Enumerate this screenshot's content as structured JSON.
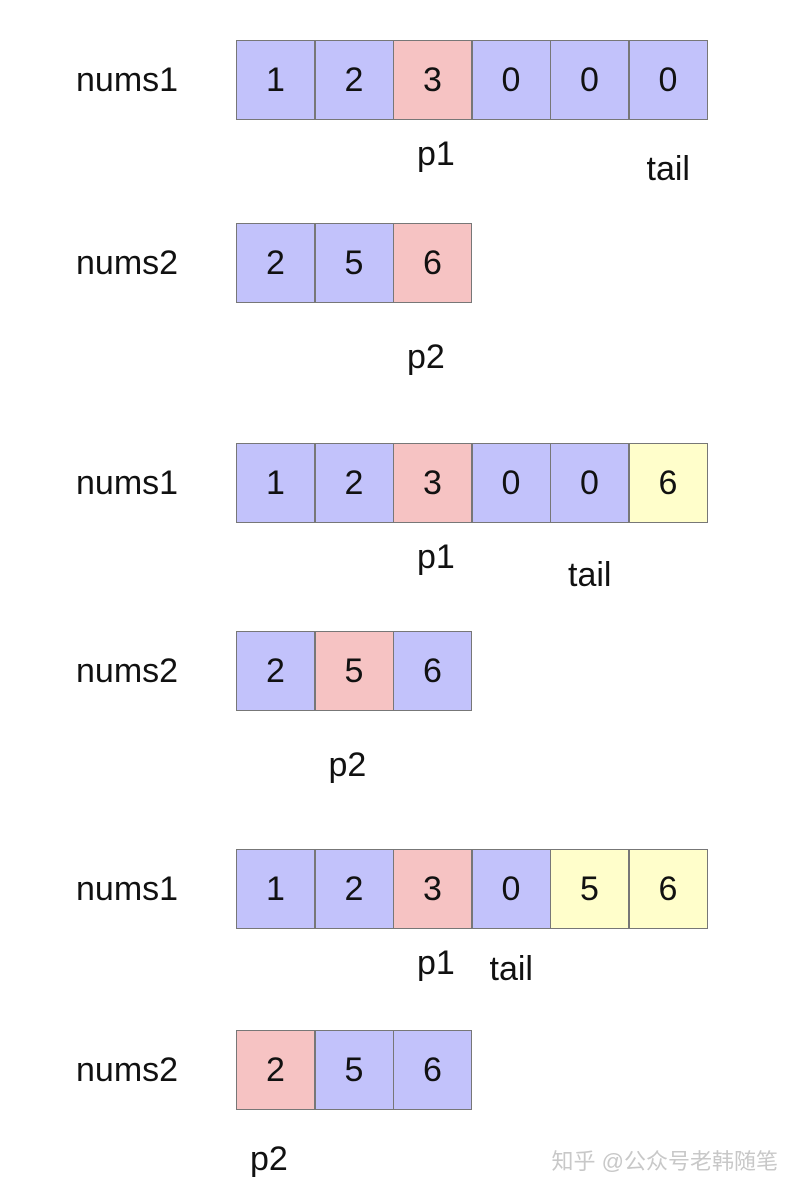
{
  "colors": {
    "default": "#c2c2fb",
    "pointer": "#f6c3c3",
    "filled": "#fffecb"
  },
  "steps": [
    {
      "rows": [
        {
          "label": "nums1",
          "cells": [
            {
              "value": "1",
              "state": "default"
            },
            {
              "value": "2",
              "state": "default"
            },
            {
              "value": "3",
              "state": "pointer"
            },
            {
              "value": "0",
              "state": "default"
            },
            {
              "value": "0",
              "state": "default"
            },
            {
              "value": "0",
              "state": "default"
            }
          ],
          "pointers": [
            {
              "label": "p1",
              "index": 2
            },
            {
              "label": "tail",
              "index": 5
            }
          ]
        },
        {
          "label": "nums2",
          "cells": [
            {
              "value": "2",
              "state": "default"
            },
            {
              "value": "5",
              "state": "default"
            },
            {
              "value": "6",
              "state": "pointer"
            }
          ],
          "pointers": [
            {
              "label": "p2",
              "index": 2
            }
          ]
        }
      ]
    },
    {
      "rows": [
        {
          "label": "nums1",
          "cells": [
            {
              "value": "1",
              "state": "default"
            },
            {
              "value": "2",
              "state": "default"
            },
            {
              "value": "3",
              "state": "pointer"
            },
            {
              "value": "0",
              "state": "default"
            },
            {
              "value": "0",
              "state": "default"
            },
            {
              "value": "6",
              "state": "filled"
            }
          ],
          "pointers": [
            {
              "label": "p1",
              "index": 2
            },
            {
              "label": "tail",
              "index": 4
            }
          ]
        },
        {
          "label": "nums2",
          "cells": [
            {
              "value": "2",
              "state": "default"
            },
            {
              "value": "5",
              "state": "pointer"
            },
            {
              "value": "6",
              "state": "default"
            }
          ],
          "pointers": [
            {
              "label": "p2",
              "index": 1
            }
          ]
        }
      ]
    },
    {
      "rows": [
        {
          "label": "nums1",
          "cells": [
            {
              "value": "1",
              "state": "default"
            },
            {
              "value": "2",
              "state": "default"
            },
            {
              "value": "3",
              "state": "pointer"
            },
            {
              "value": "0",
              "state": "default"
            },
            {
              "value": "5",
              "state": "filled"
            },
            {
              "value": "6",
              "state": "filled"
            }
          ],
          "pointers": [
            {
              "label": "p1",
              "index": 2
            },
            {
              "label": "tail",
              "index": 3
            }
          ]
        },
        {
          "label": "nums2",
          "cells": [
            {
              "value": "2",
              "state": "pointer"
            },
            {
              "value": "5",
              "state": "default"
            },
            {
              "value": "6",
              "state": "default"
            }
          ],
          "pointers": [
            {
              "label": "p2",
              "index": 0
            }
          ]
        }
      ]
    }
  ],
  "watermark": "知乎 @公众号老韩随笔"
}
